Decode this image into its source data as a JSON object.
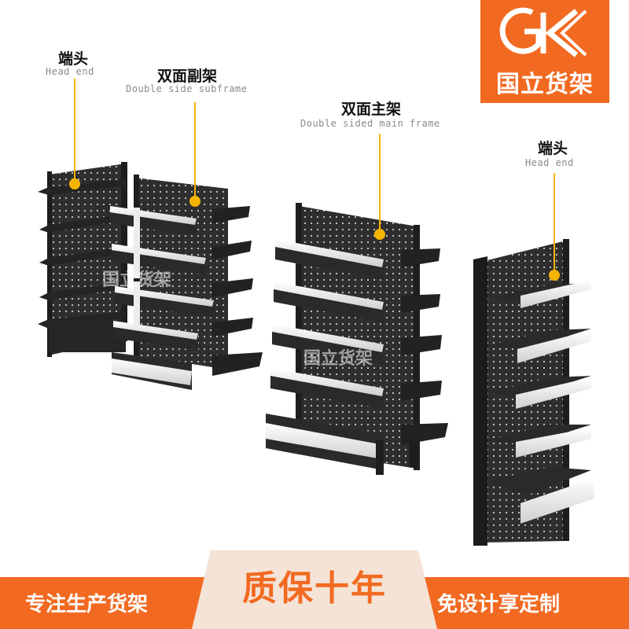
{
  "labels": {
    "head_end_left_cn": "端头",
    "head_end_left_en": "Head end",
    "subframe_cn": "双面副架",
    "subframe_en": "Double side subframe",
    "main_frame_cn": "双面主架",
    "main_frame_en": "Double sided main frame",
    "head_end_right_cn": "端头",
    "head_end_right_en": "Head end"
  },
  "logo": {
    "text": "国立货架",
    "mark": "GK"
  },
  "watermark": {
    "text": "国立货架"
  },
  "bottom": {
    "left_text": "专注生产货架",
    "center_text": "质保十年",
    "right_text": "免设计享定制"
  },
  "colors": {
    "brand_orange": "#f26a21",
    "shelf_black": "#2b2b2b",
    "marker_yellow": "#f6b400"
  }
}
